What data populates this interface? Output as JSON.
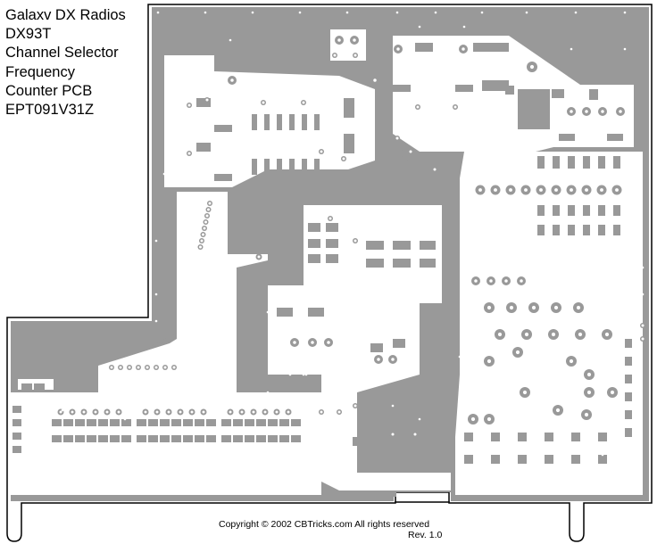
{
  "title_lines": [
    "Galaxv DX Radios",
    "DX93T",
    "Channel Selector",
    "Frequency",
    "Counter PCB",
    "EPT091V31Z"
  ],
  "footer": {
    "copyright": "Copyright © 2002 CBTricks.com   All rights reserved",
    "revision": "Rev. 1.0"
  },
  "colors": {
    "copper": "#999999",
    "board": "#ffffff",
    "outline": "#000000"
  },
  "board": {
    "description": "PCB copper layer artwork",
    "layer": "copper"
  }
}
